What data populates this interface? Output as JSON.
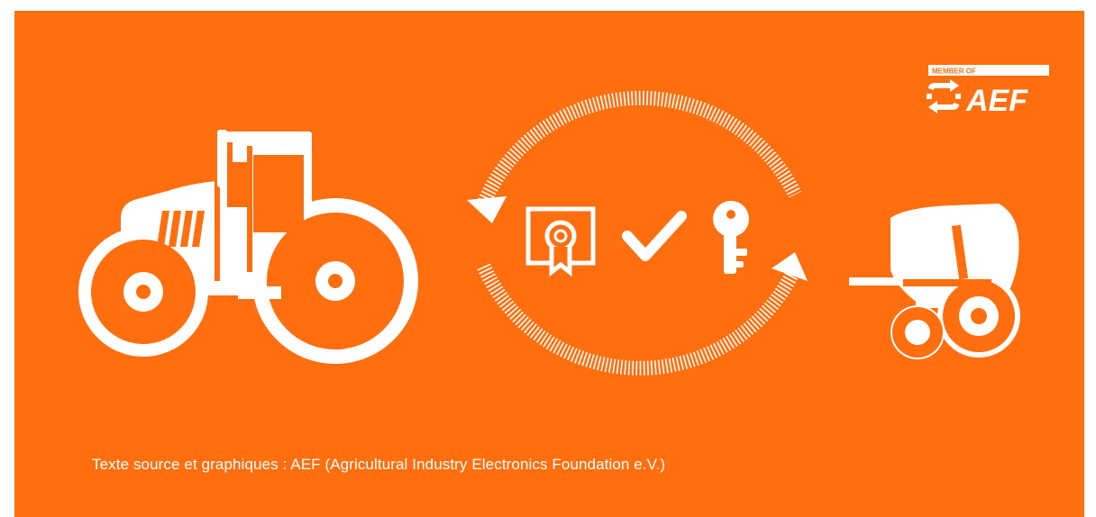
{
  "colors": {
    "background": "#ff6e0f",
    "foreground": "#ffffff"
  },
  "badge": {
    "member_label": "MEMBER OF",
    "brand": "AEF",
    "icon": "two-arrows-exchange-icon"
  },
  "center_icons": [
    "certificate-icon",
    "checkmark-icon",
    "key-icon"
  ],
  "caption": "Texte source et graphiques : AEF (Agricultural Industry Electronics Foundation e.V.)"
}
